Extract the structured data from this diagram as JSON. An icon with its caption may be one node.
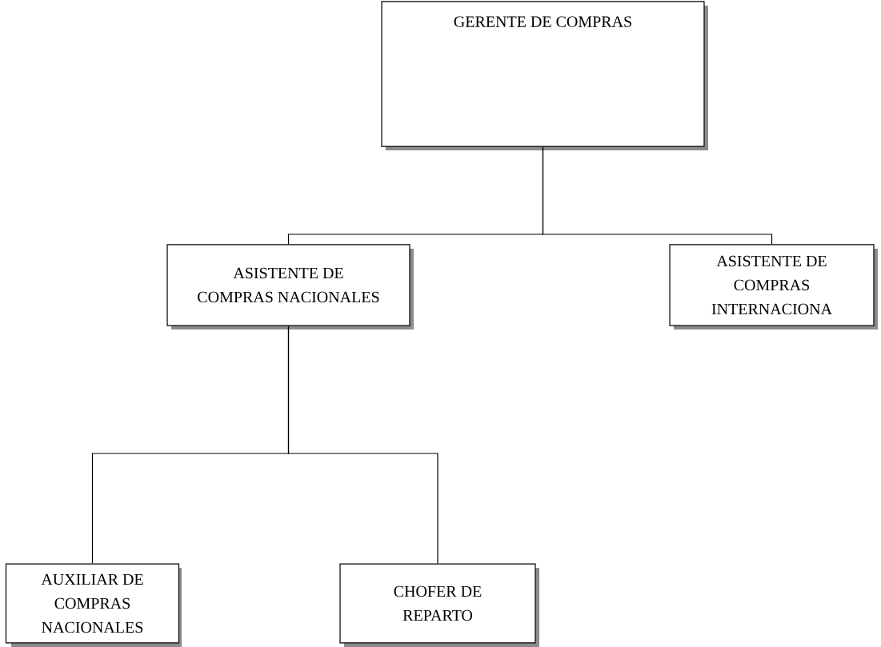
{
  "diagram": {
    "nodes": [
      {
        "text": [
          "GERENTE DE COMPRAS"
        ]
      },
      {
        "text": [
          "ASISTENTE DE COMPRAS NACIONALES"
        ]
      },
      {
        "text": [
          "ASISTENTE DE COMPRAS INTERNACIONA"
        ]
      },
      {
        "text": [
          "AUXILIAR DE COMPRAS NACIONALES"
        ]
      },
      {
        "text": [
          "CHOFER DE REPARTO"
        ]
      }
    ],
    "edges": [
      {
        "from": 0,
        "to": 1,
        "arrow": "none"
      },
      {
        "from": 0,
        "to": 2,
        "arrow": "none"
      },
      {
        "from": 1,
        "to": 3,
        "arrow": "none"
      },
      {
        "from": 1,
        "to": 4,
        "arrow": "none"
      }
    ]
  }
}
